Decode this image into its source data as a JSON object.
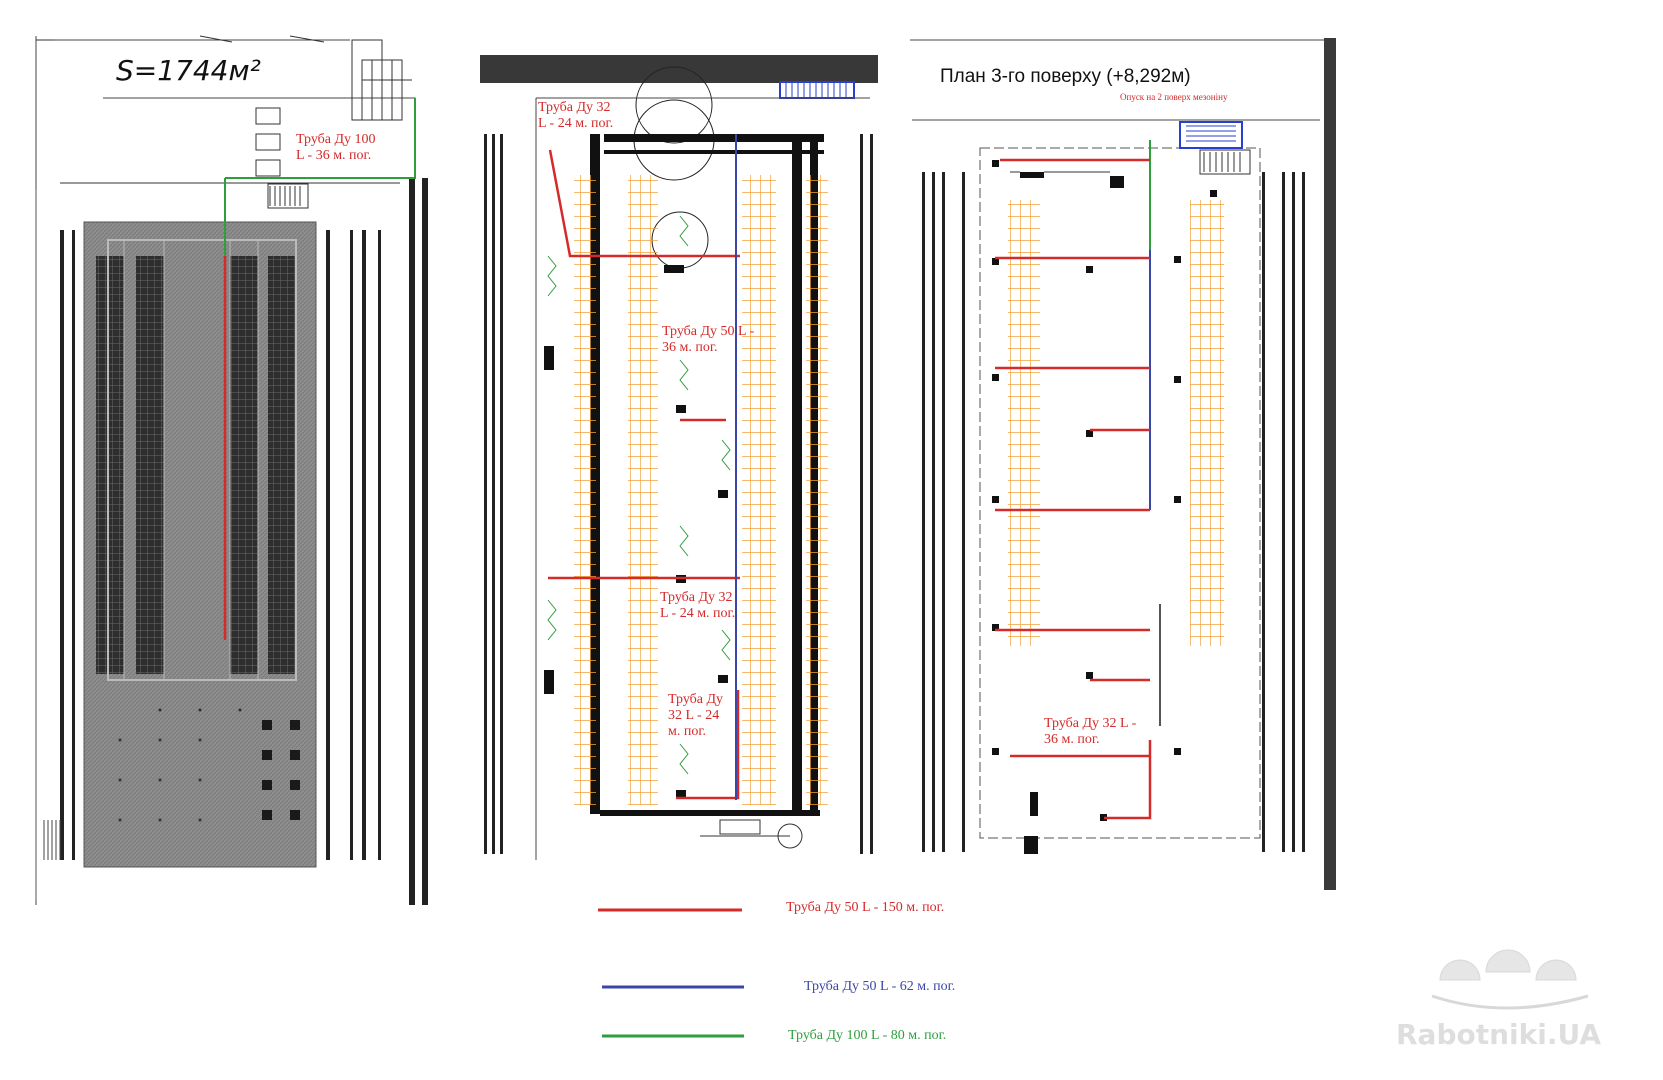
{
  "panel_left": {
    "area_label": "S=1744м²",
    "pipe_annotation": "Труба Ду 100\nL - 36 м. пог."
  },
  "panel_middle": {
    "pipe_annotations": [
      "Труба Ду 32\nL - 24  м. пог.",
      "Труба Ду 50 L -\n36 м. пог.",
      "Труба Ду 32\nL - 24 м. пог.",
      "Труба Ду\n32 L - 24\nм. пог."
    ]
  },
  "panel_right": {
    "title": "План 3-го поверху (+8,292м)",
    "note": "Опуск на 2 поверх мезоніну",
    "pipe_annotation": "Труба Ду 32 L -\n36 м. пог."
  },
  "legend": [
    {
      "label": "Труба Ду 50 L - 150 м. пог.",
      "color": "#d42a2a"
    },
    {
      "label": "Труба Ду 50 L - 62 м. пог.",
      "color": "#3a47a8"
    },
    {
      "label": "Труба Ду 100  L - 80 м. пог.",
      "color": "#2e9e3e"
    }
  ],
  "watermark": "Rabotniki.UA",
  "colors": {
    "red_pipe": "#d42a2a",
    "blue_pipe": "#3a47a8",
    "green_pipe": "#2e9e3e",
    "rack_orange": "#f2a23a",
    "floor_gray": "#8e8e8e"
  }
}
